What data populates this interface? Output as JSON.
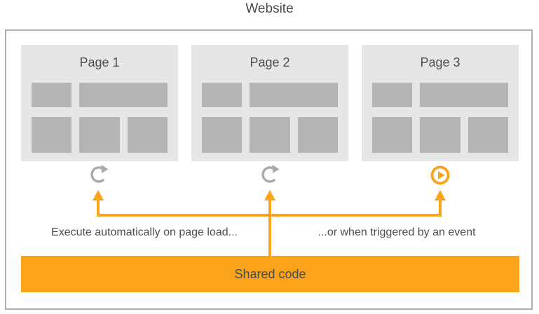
{
  "title": "Website",
  "pages": [
    {
      "title": "Page 1",
      "icon": "refresh-icon"
    },
    {
      "title": "Page 2",
      "icon": "refresh-icon"
    },
    {
      "title": "Page 3",
      "icon": "play-icon"
    }
  ],
  "annotations": {
    "left_label": "Execute automatically on page load...",
    "right_label": "...or when triggered by an event"
  },
  "shared_code": {
    "label": "Shared code"
  },
  "colors": {
    "accent_orange": "#FAA31B",
    "block_gray": "#B5B5B5",
    "card_background": "#E6E6E6",
    "outer_border_gray": "#AFAFAF",
    "refresh_icon_gray": "#A9A9A9",
    "text_dark_gray": "#4A4A4A"
  }
}
